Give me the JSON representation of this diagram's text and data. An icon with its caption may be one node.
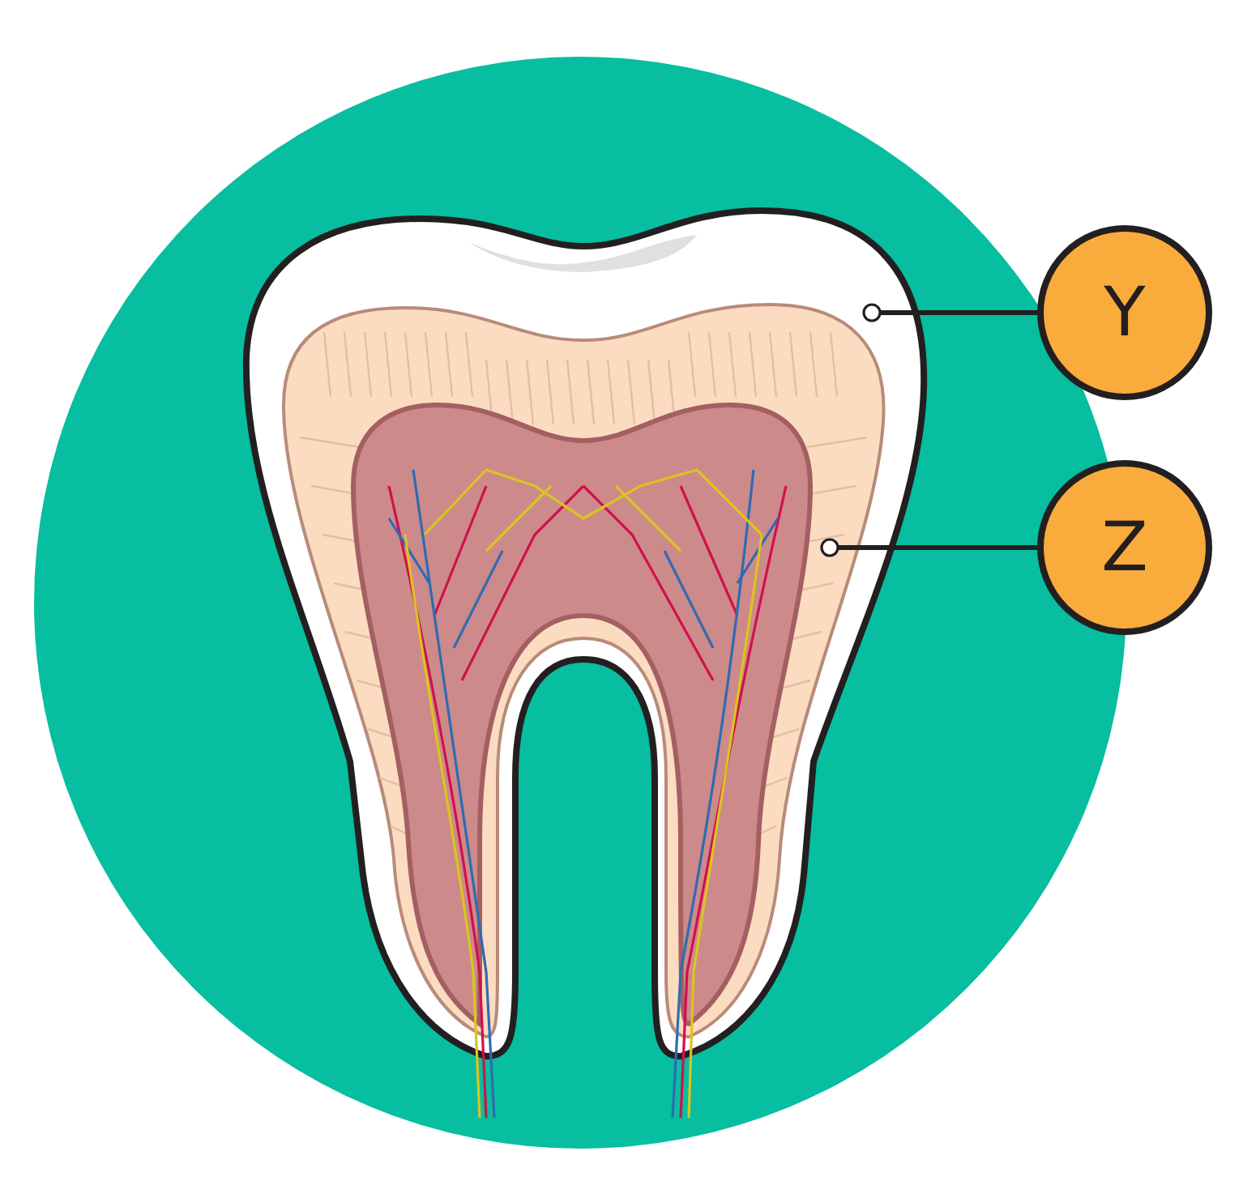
{
  "diagram": {
    "nodes": [
      {
        "text": [
          "Y"
        ]
      },
      {
        "text": [
          "Z"
        ]
      },
      {
        "text": [],
        "shape": "picture"
      },
      {
        "text": [],
        "shape": "picture"
      }
    ],
    "edges": [
      {
        "from": 0,
        "to": 2,
        "arrow": "other"
      },
      {
        "from": 1,
        "to": 3,
        "arrow": "other"
      }
    ]
  }
}
